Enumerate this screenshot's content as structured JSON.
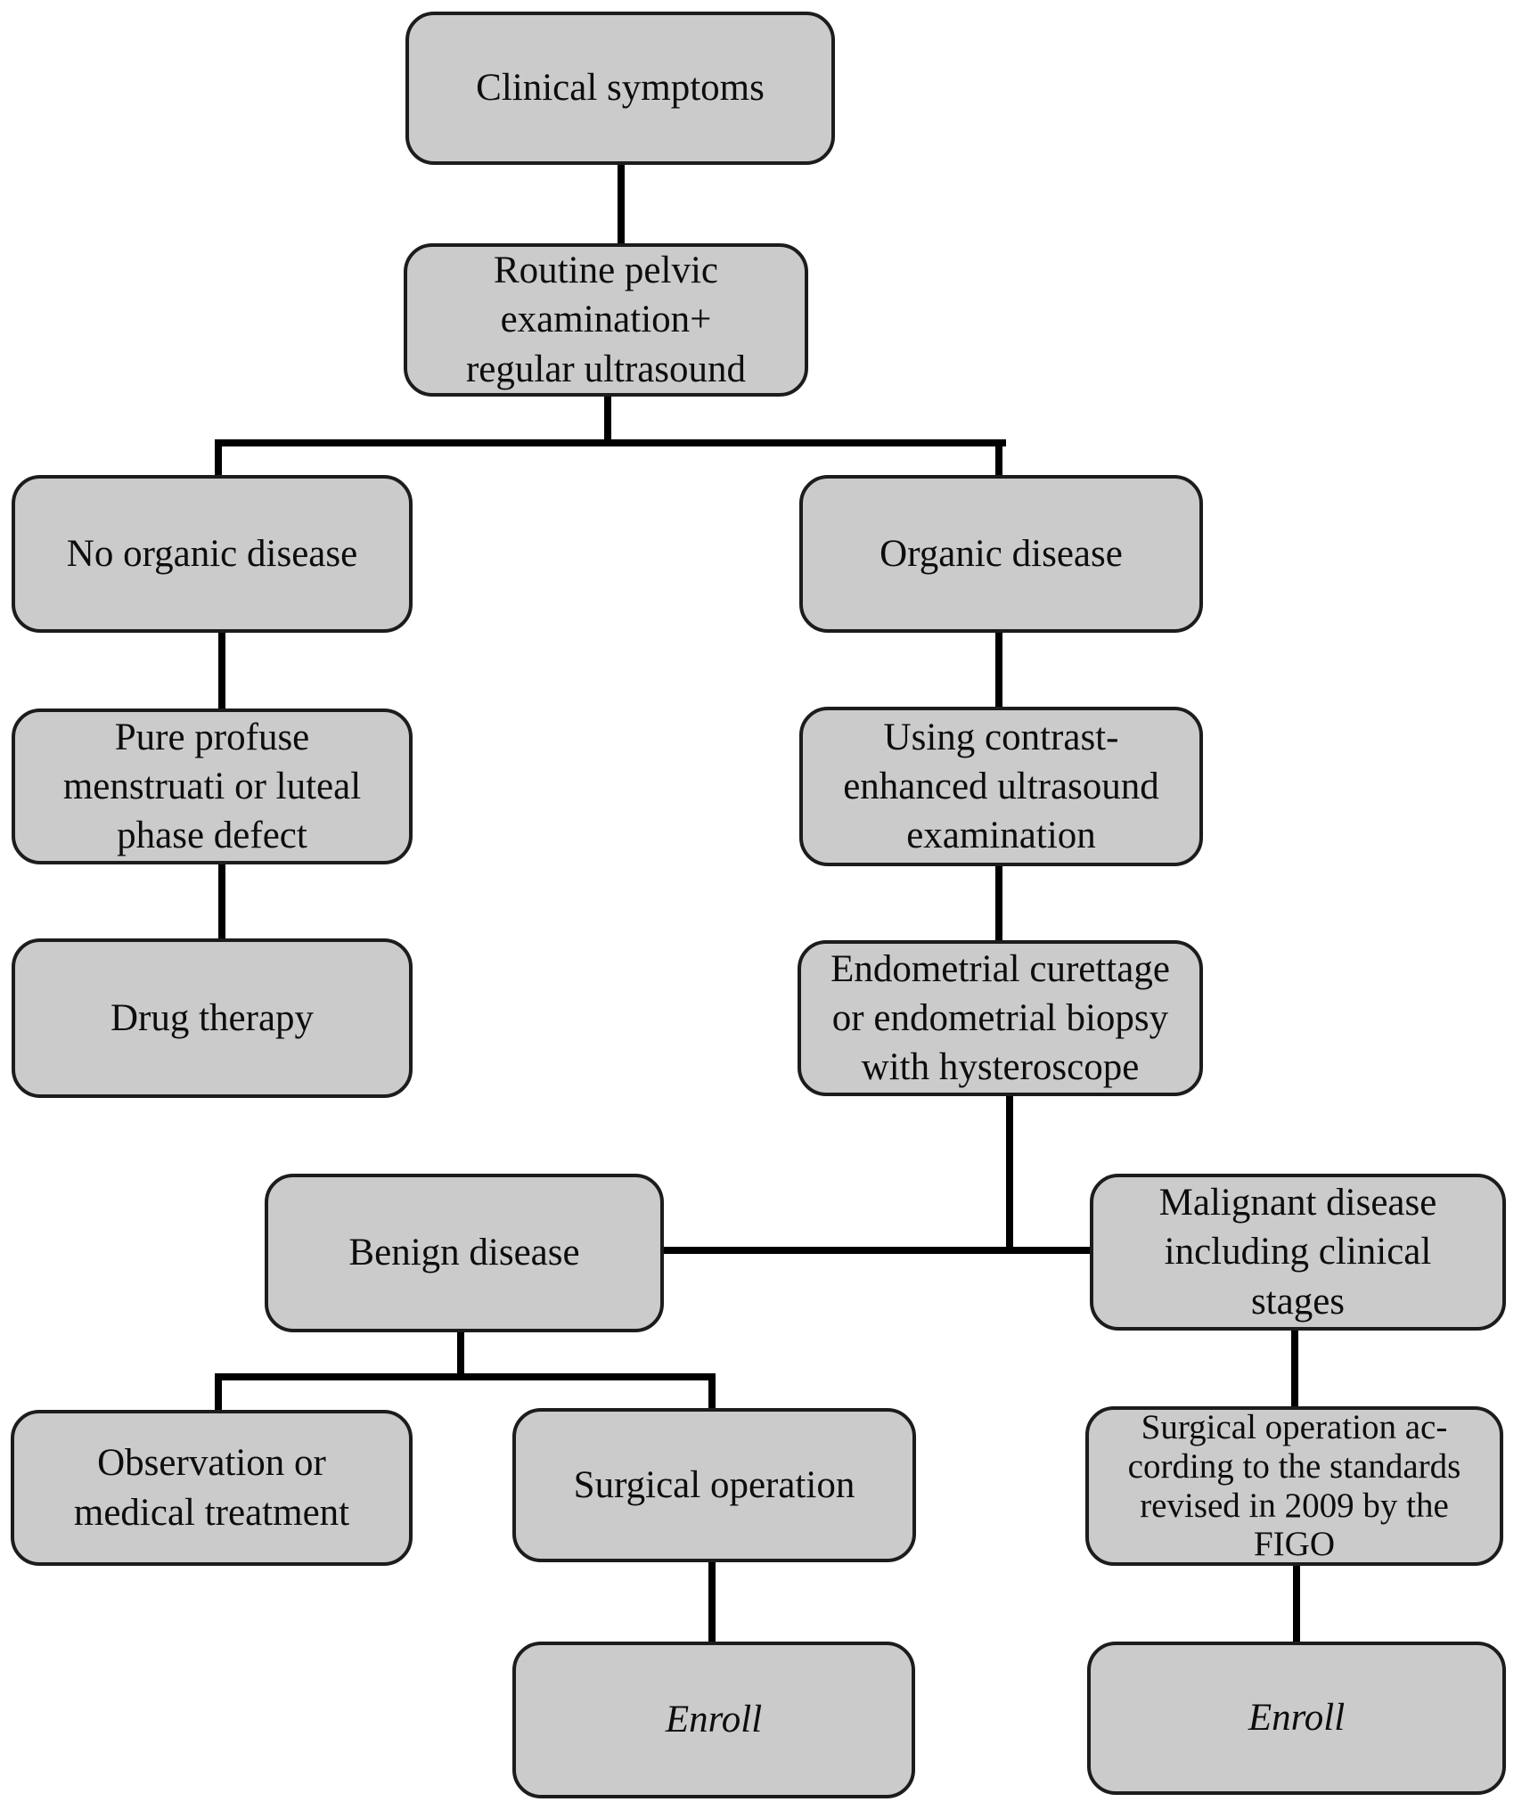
{
  "diagram": {
    "type": "flowchart",
    "colors": {
      "node_fill": "#cbcbcb",
      "node_border": "#1c1c1c",
      "connector": "#000000",
      "text": "#0d0d0d",
      "background": "#ffffff"
    },
    "nodes": [
      {
        "id": "clinical-symptoms",
        "label": "Clinical symptoms"
      },
      {
        "id": "routine-pelvic-exam",
        "label": "Routine pelvic\nexamination+\nregular ultrasound"
      },
      {
        "id": "no-organic-disease",
        "label": "No organic disease"
      },
      {
        "id": "organic-disease",
        "label": "Organic disease"
      },
      {
        "id": "pure-profuse-menstruati",
        "label": "Pure profuse\nmenstruati or luteal\nphase defect"
      },
      {
        "id": "contrast-enhanced-ultrasound",
        "label": "Using contrast-\nenhanced ultrasound\nexamination"
      },
      {
        "id": "drug-therapy",
        "label": "Drug therapy"
      },
      {
        "id": "endometrial-curettage",
        "label": "Endometrial curettage\nor endometrial biopsy\nwith hysteroscope"
      },
      {
        "id": "benign-disease",
        "label": "Benign disease"
      },
      {
        "id": "malignant-disease",
        "label": "Malignant disease\nincluding clinical\nstages"
      },
      {
        "id": "observation-medical-treatment",
        "label": "Observation or\nmedical treatment"
      },
      {
        "id": "surgical-operation",
        "label": "Surgical operation"
      },
      {
        "id": "surgical-operation-figo",
        "label": "Surgical operation ac-\ncording to the standards\nrevised in 2009 by the\nFIGO"
      },
      {
        "id": "enroll-benign",
        "label": "Enroll"
      },
      {
        "id": "enroll-malignant",
        "label": "Enroll"
      }
    ],
    "edges": [
      "clinical-symptoms -> routine-pelvic-exam",
      "routine-pelvic-exam -> no-organic-disease",
      "routine-pelvic-exam -> organic-disease",
      "no-organic-disease -> pure-profuse-menstruati",
      "pure-profuse-menstruati -> drug-therapy",
      "organic-disease -> contrast-enhanced-ultrasound",
      "contrast-enhanced-ultrasound -> endometrial-curettage",
      "endometrial-curettage -> benign-disease",
      "endometrial-curettage -> malignant-disease",
      "benign-disease -> observation-medical-treatment",
      "benign-disease -> surgical-operation",
      "surgical-operation -> enroll-benign",
      "malignant-disease -> surgical-operation-figo",
      "surgical-operation-figo -> enroll-malignant"
    ]
  }
}
